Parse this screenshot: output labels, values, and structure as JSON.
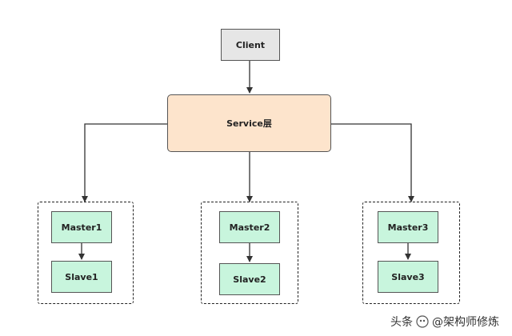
{
  "nodes": {
    "client": "Client",
    "service": "Service层",
    "masters": [
      "Master1",
      "Master2",
      "Master3"
    ],
    "slaves": [
      "Slave1",
      "Slave2",
      "Slave3"
    ]
  },
  "watermark": {
    "prefix": "头条",
    "handle": "@架构师修炼"
  },
  "colors": {
    "client_fill": "#e6e6e6",
    "service_fill": "#fde4cc",
    "db_fill": "#c8f5dd",
    "line": "#333333"
  }
}
